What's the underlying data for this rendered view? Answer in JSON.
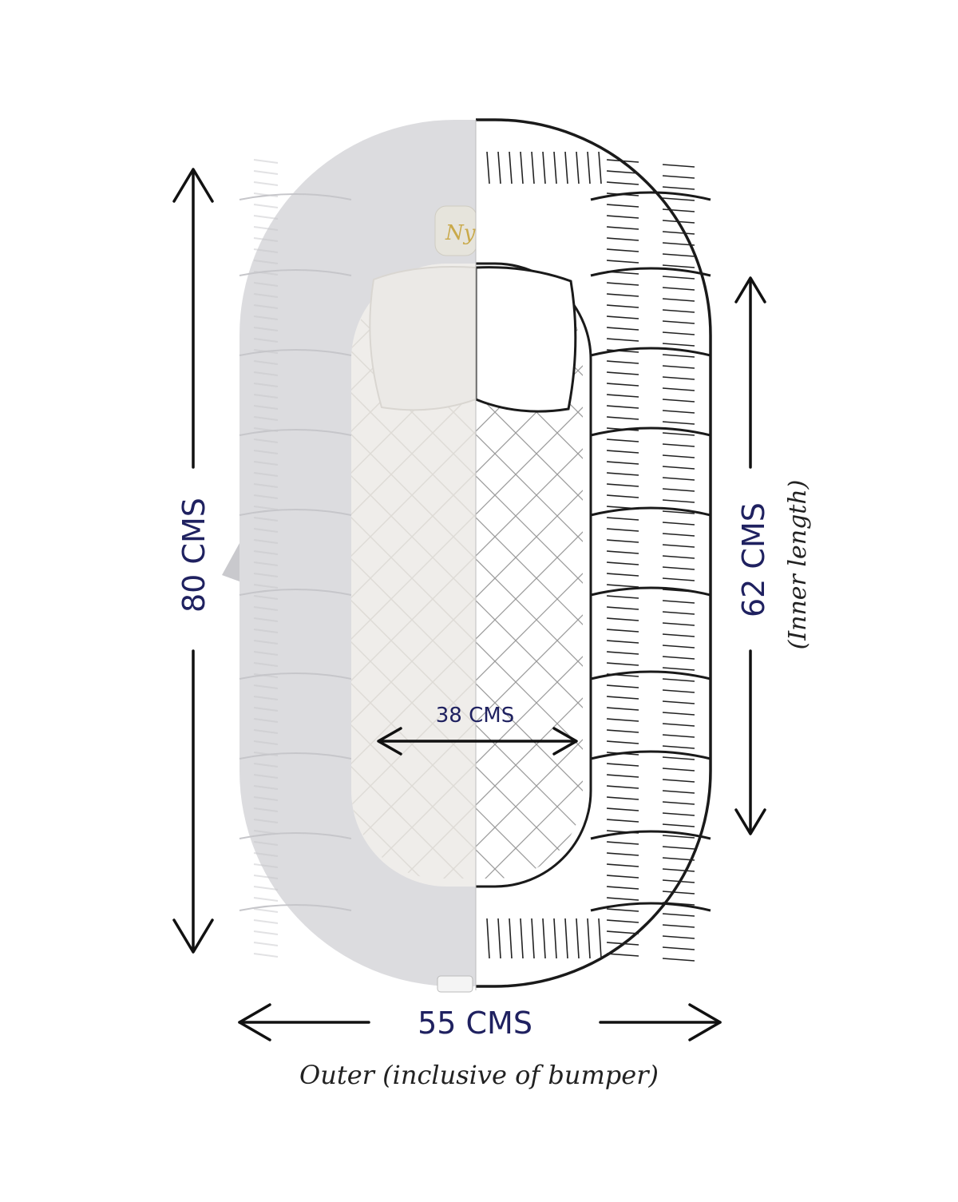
{
  "product": {
    "bumper_color": "#dcdcdf",
    "bed_color": "#efedea",
    "sketch_color": "#1a1a1a",
    "logo_text": "Ny",
    "logo_color": "#c9a94a"
  },
  "dimensions": {
    "outer_length": {
      "value": "80 CMS"
    },
    "inner_length": {
      "value": "62 CMS",
      "note": "(Inner length)"
    },
    "inner_width": {
      "value": "38 CMS"
    },
    "outer_width": {
      "value": "55 CMS",
      "note": "Outer (inclusive of bumper)"
    }
  },
  "colors": {
    "label": "#1f2160",
    "arrow": "#111111"
  }
}
